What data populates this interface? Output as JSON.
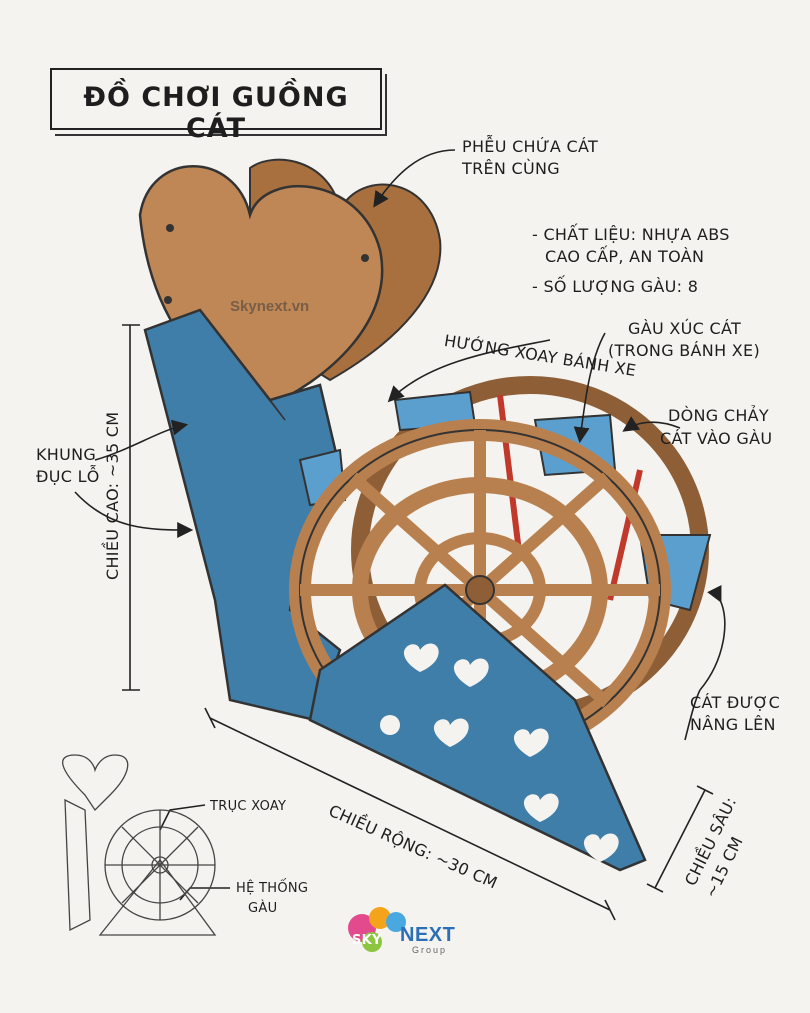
{
  "title": "ĐỒ CHƠI GUỒNG CÁT",
  "watermark": "Skynext.vn",
  "labels": {
    "hopper": [
      "PHỄU CHỨA CÁT",
      "TRÊN CÙNG"
    ],
    "material": [
      "- CHẤT LIỆU: NHỰA ABS",
      "CAO CẤP, AN TOÀN"
    ],
    "bucket_count": "- SỐ LƯỢNG GÀU: 8",
    "bucket": [
      "GÀU XÚC CÁT",
      "(TRONG BÁNH XE)"
    ],
    "rotation": "HƯỚNG XOAY BÁNH XE",
    "sand_flow": [
      "DÒNG CHẢY",
      "CÁT VÀO GÀU"
    ],
    "frame": [
      "KHUNG",
      "ĐỤC LỖ"
    ],
    "height": "CHIỀU CAO: ~35 CM",
    "lifted": [
      "CÁT ĐƯỢC",
      "NÂNG LÊN"
    ],
    "width": "CHIỀU RỘNG: ~30 CM",
    "depth": [
      "CHIỀU SÂU:",
      "~15 CM"
    ],
    "axle": "TRỤC XOAY",
    "bucket_system": [
      "HỆ THỐNG",
      "GÀU"
    ]
  },
  "logo": {
    "main": "NEXT",
    "sub": "Group",
    "letters": "SKY"
  },
  "colors": {
    "frame": "#3f7ea8",
    "wood": "#b9804f",
    "bucket": "#5b9fce",
    "axle": "#c0392b"
  }
}
